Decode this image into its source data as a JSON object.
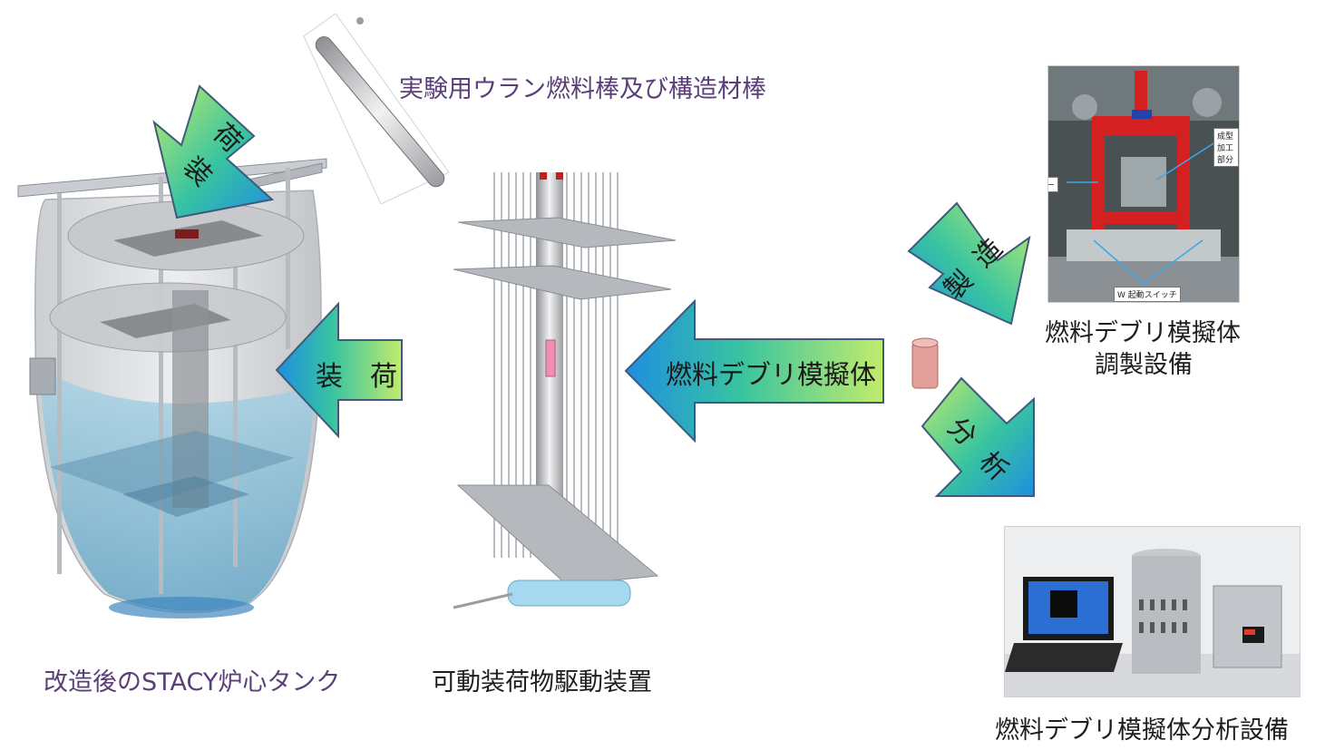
{
  "labels": {
    "rod_title": "実験用ウラン燃料棒及び構造材棒",
    "tank_caption": "改造後のSTACY炉心タンク",
    "device_caption": "可動装荷物駆動装置",
    "prep_caption_line1": "燃料デブリ模擬体",
    "prep_caption_line2": "調製設備",
    "analysis_caption": "燃料デブリ模擬体分析設備"
  },
  "arrows": {
    "load_top": [
      "装",
      "荷"
    ],
    "load_left": "装　荷",
    "debris": "燃料デブリ模擬体",
    "make": [
      "製",
      "造"
    ],
    "analyze": [
      "分",
      "析"
    ]
  },
  "photo_callouts": {
    "area_sensor": "エリアセンサー",
    "forming_part": "成型加工部分",
    "w_start_switch": "W 起動スイッチ"
  },
  "colors": {
    "arrow_gradient_start": "#b8e96a",
    "arrow_gradient_mid": "#39c4a0",
    "arrow_gradient_end": "#1e8fe0",
    "arrow_outline": "#3f5a7a",
    "label_purple": "#5a3f78",
    "frame_red": "#d42020",
    "sample_pink": "#e3a09a"
  }
}
